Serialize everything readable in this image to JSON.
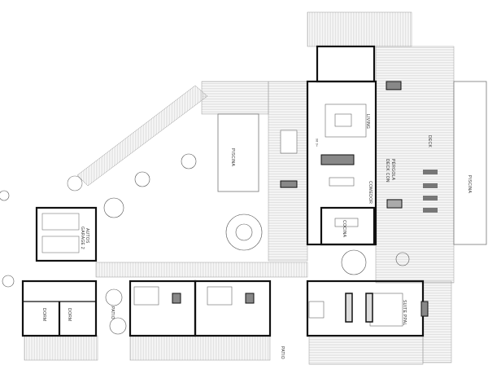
{
  "plan": {
    "rooms": {
      "pool_left": "PISCINA",
      "living": "LIVING",
      "dining": "COMEDOR",
      "kitchen": "COCINA",
      "deck_pergola_1": "DECK CON",
      "deck_pergola_2": "PÉRGOLA",
      "deck": "DECK",
      "pool_right": "PISCINA",
      "garage_1": "GARAGE 2",
      "garage_2": "AUTOS",
      "dorm_1": "DORM",
      "dorm_2": "DORM",
      "patio_1": "PATIO",
      "suite": "SUITE PPAL",
      "patio_2": "PATIO"
    },
    "level_mark": "+0.80"
  }
}
